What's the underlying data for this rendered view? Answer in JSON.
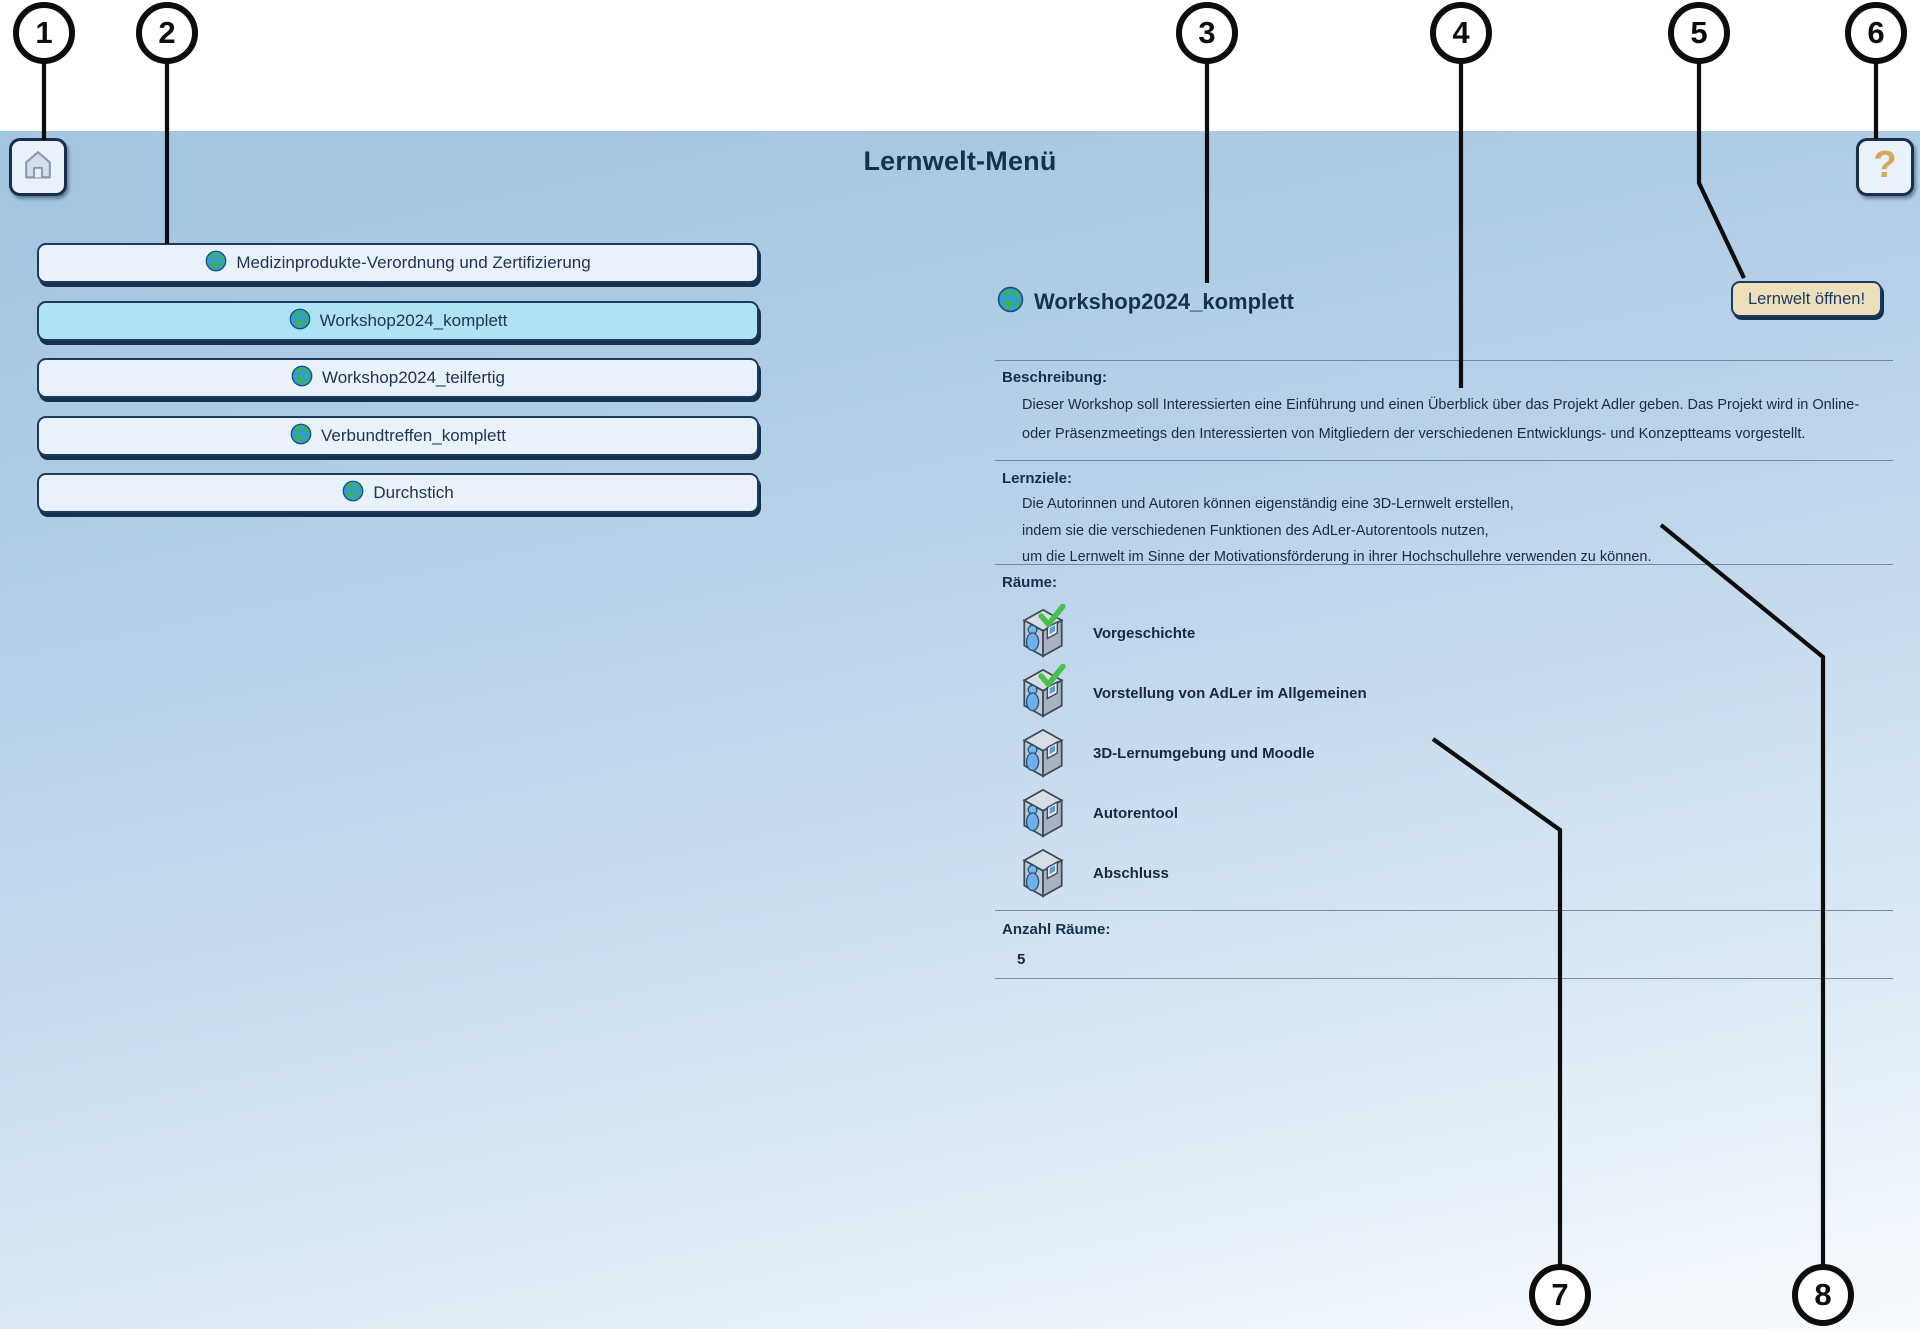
{
  "app": {
    "title": "Lernwelt-Menü"
  },
  "toolbar": {
    "help_glyph": "?"
  },
  "world_list": {
    "items": [
      {
        "label": "Medizinprodukte-Verordnung und Zertifizierung",
        "selected": false
      },
      {
        "label": "Workshop2024_komplett",
        "selected": true
      },
      {
        "label": "Workshop2024_teilfertig",
        "selected": false
      },
      {
        "label": "Verbundtreffen_komplett",
        "selected": false
      },
      {
        "label": "Durchstich",
        "selected": false
      }
    ]
  },
  "detail": {
    "title": "Workshop2024_komplett",
    "open_button_label": "Lernwelt öffnen!",
    "description": {
      "label": "Beschreibung:",
      "lines": [
        "Dieser Workshop soll Interessierten eine Einführung und einen Überblick über das Projekt Adler geben. Das Projekt wird in Online-",
        "oder Präsenzmeetings den Interessierten von Mitgliedern der verschiedenen Entwicklungs- und Konzeptteams vorgestellt."
      ]
    },
    "goals": {
      "label": "Lernziele:",
      "lines": [
        "Die Autorinnen und Autoren können eigenständig eine 3D-Lernwelt erstellen,",
        "indem sie die verschiedenen Funktionen des AdLer-Autorentools nutzen,",
        "um die Lernwelt im Sinne der Motivationsförderung in ihrer Hochschullehre verwenden zu können."
      ]
    },
    "rooms": {
      "label": "Räume:",
      "items": [
        {
          "name": "Vorgeschichte",
          "completed": true
        },
        {
          "name": "Vorstellung von AdLer im Allgemeinen",
          "completed": true
        },
        {
          "name": "3D-Lernumgebung und Moodle",
          "completed": false
        },
        {
          "name": "Autorentool",
          "completed": false
        },
        {
          "name": "Abschluss",
          "completed": false
        }
      ]
    },
    "room_count": {
      "label": "Anzahl Räume:",
      "value": "5"
    }
  },
  "callouts": {
    "numbers": [
      "1",
      "2",
      "3",
      "4",
      "5",
      "6",
      "7",
      "8"
    ]
  }
}
